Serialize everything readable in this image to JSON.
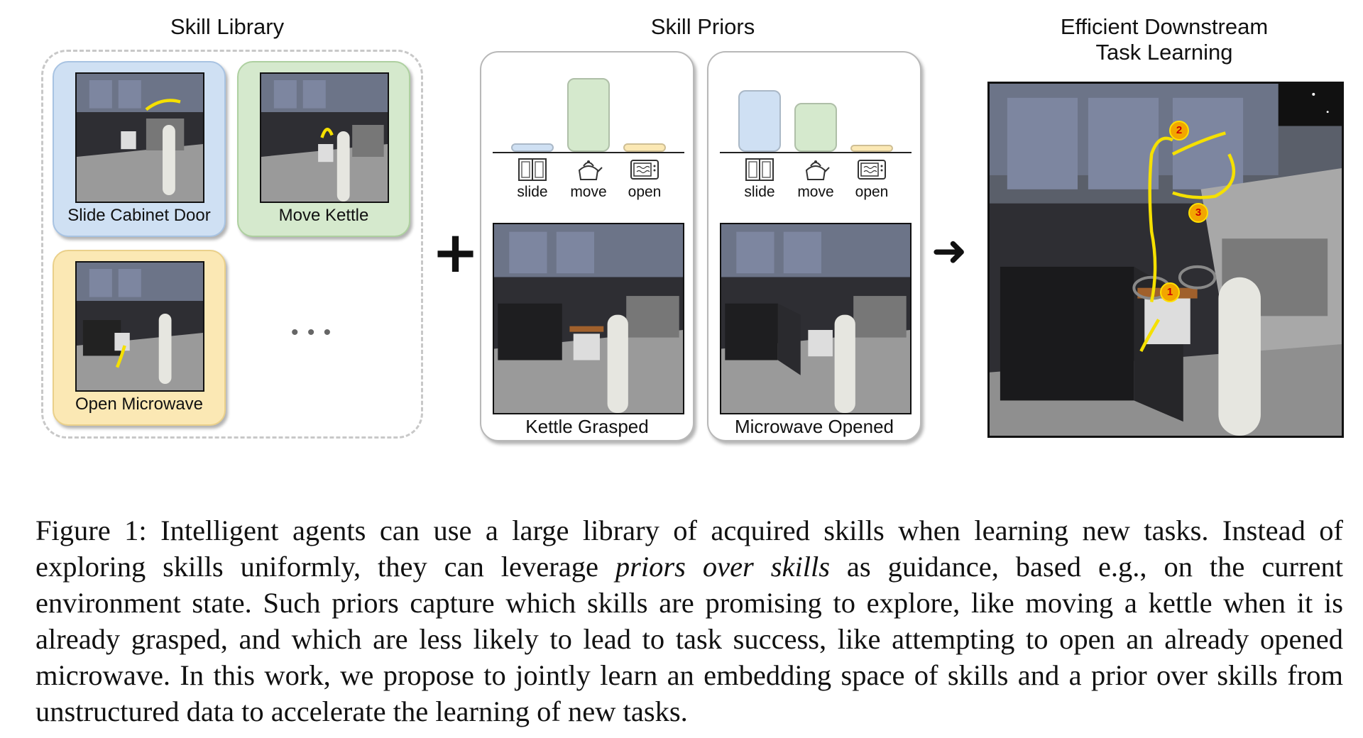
{
  "figure": {
    "sections": {
      "skill_library": "Skill Library",
      "skill_priors": "Skill Priors",
      "downstream_line1": "Efficient Downstream",
      "downstream_line2": "Task Learning"
    },
    "skills": [
      {
        "label": "Slide Cabinet Door",
        "color": "#cfe0f3"
      },
      {
        "label": "Move Kettle",
        "color": "#d5e9cd"
      },
      {
        "label": "Open Microwave",
        "color": "#fbe8b4"
      }
    ],
    "ellipsis": "• • •",
    "plus": "+",
    "arrow": "➜",
    "prior_panels": [
      {
        "caption": "Kettle Grasped",
        "bars": [
          {
            "label": "slide",
            "icon": "cabinet-icon",
            "value": 0.12,
            "color": "#cfe0f3"
          },
          {
            "label": "move",
            "icon": "kettle-icon",
            "value": 1.0,
            "color": "#d5e9cd"
          },
          {
            "label": "open",
            "icon": "microwave-icon",
            "value": 0.12,
            "color": "#fbe8b4"
          }
        ]
      },
      {
        "caption": "Microwave Opened",
        "bars": [
          {
            "label": "slide",
            "icon": "cabinet-icon",
            "value": 0.84,
            "color": "#cfe0f3"
          },
          {
            "label": "move",
            "icon": "kettle-icon",
            "value": 0.66,
            "color": "#d5e9cd"
          },
          {
            "label": "open",
            "icon": "microwave-icon",
            "value": 0.06,
            "color": "#fbe8b4"
          }
        ]
      }
    ],
    "task_steps": [
      "1",
      "2",
      "3"
    ]
  },
  "caption": {
    "part1": "Figure 1: Intelligent agents can use a large library of acquired skills when learning new tasks. Instead of exploring skills uniformly, they can leverage ",
    "emphasis": "priors over skills",
    "part2": " as guidance, based e.g., on the current environment state. Such priors capture which skills are promising to explore, like moving a kettle when it is already grasped, and which are less likely to lead to task success, like attempting to open an already opened microwave. In this work, we propose to jointly learn an embedding space of skills and a prior over skills from unstructured data to accelerate the learning of new tasks."
  }
}
